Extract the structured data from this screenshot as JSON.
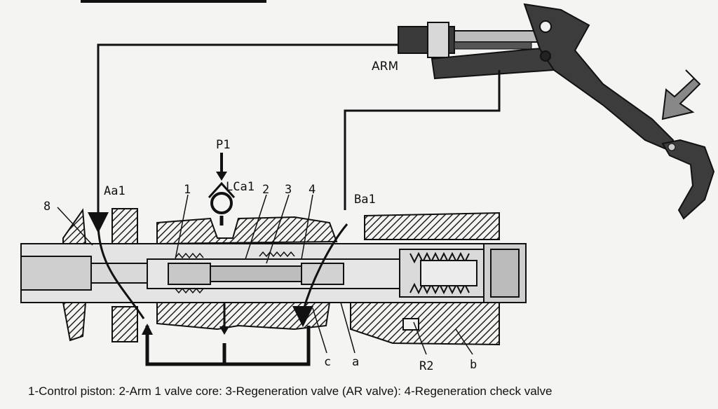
{
  "diagram": {
    "labels": {
      "arm": "ARM",
      "p1": "P1",
      "lca1": "LCa1",
      "aa1": "Aa1",
      "ba1": "Ba1",
      "n1": "1",
      "n2": "2",
      "n3": "3",
      "n4": "4",
      "n8": "8",
      "c": "c",
      "a": "a",
      "r2": "R2",
      "b": "b"
    },
    "caption": "1-Control piston: 2-Arm 1 valve core: 3-Regeneration valve (AR valve): 4-Regeneration check valve"
  }
}
